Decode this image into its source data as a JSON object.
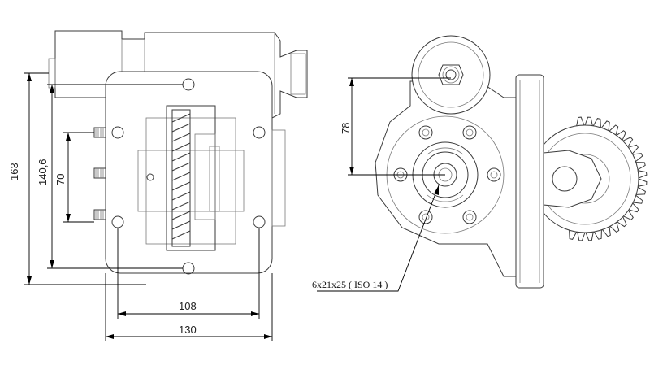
{
  "dimensions": {
    "overall_height": "163",
    "bolt_height": "140,6",
    "pitch_height": "70",
    "bolt_width": "108",
    "overall_width": "130",
    "shaft_offset": "78"
  },
  "callout": {
    "shaft_spec": "6x21x25 ( ISO 14 )"
  }
}
